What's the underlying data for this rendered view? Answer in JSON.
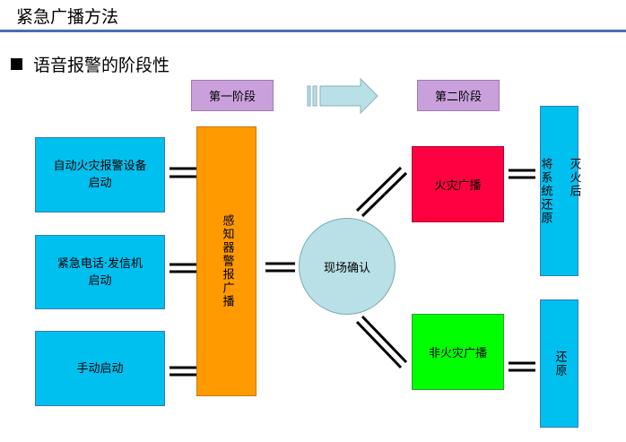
{
  "page_title": "紧急广播方法",
  "section_title": "语音报警的阶段性",
  "stages": {
    "first": "第一阶段",
    "second": "第二阶段"
  },
  "sources": [
    "自动火灾报警设备\n启动",
    "紧急电话·发信机\n启动",
    "手动启动"
  ],
  "sensor_broadcast": "感知器警报广播",
  "site_confirm": "现场确认",
  "fire_broadcast": "火灾广播",
  "non_fire_broadcast": "非火灾广播",
  "after_fire": "灭火后\n\n将系统还原",
  "restore": "还原",
  "colors": {
    "stage": "#c9a0dc",
    "source": "#00c0f0",
    "sensor": "#ff9a00",
    "circle": "#b8e0e6",
    "fire": "#ff0040",
    "non_fire": "#00ff00",
    "arrow": "#b8e0e6",
    "title_rule": "#4a6fb5"
  }
}
